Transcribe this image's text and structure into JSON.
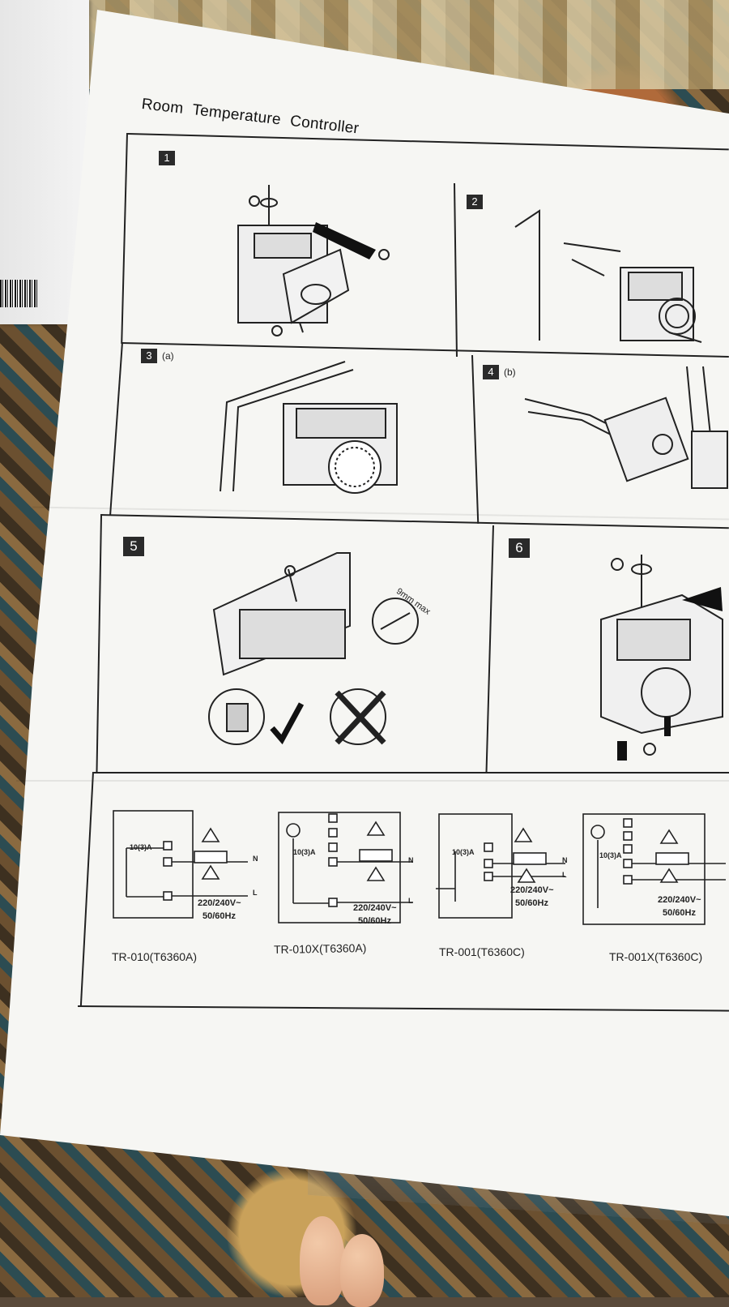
{
  "document": {
    "title": "Room Temperature Controller",
    "steps": [
      {
        "number": "1",
        "note": ""
      },
      {
        "number": "2",
        "note": ""
      },
      {
        "number": "3",
        "note": "(a)"
      },
      {
        "number": "4",
        "note": "(b)"
      },
      {
        "number": "5",
        "note": ""
      },
      {
        "number": "6",
        "note": ""
      }
    ],
    "strip_length_label": "9mm max",
    "wiring": {
      "current_rating": "10(3)A",
      "supply": "220/240V~",
      "frequency": "50/60Hz",
      "neutral": "N",
      "live": "L",
      "models": [
        "TR-010(T6360A)",
        "TR-010X(T6360A)",
        "TR-001(T6360C)",
        "TR-001X(T6360C)"
      ]
    }
  }
}
